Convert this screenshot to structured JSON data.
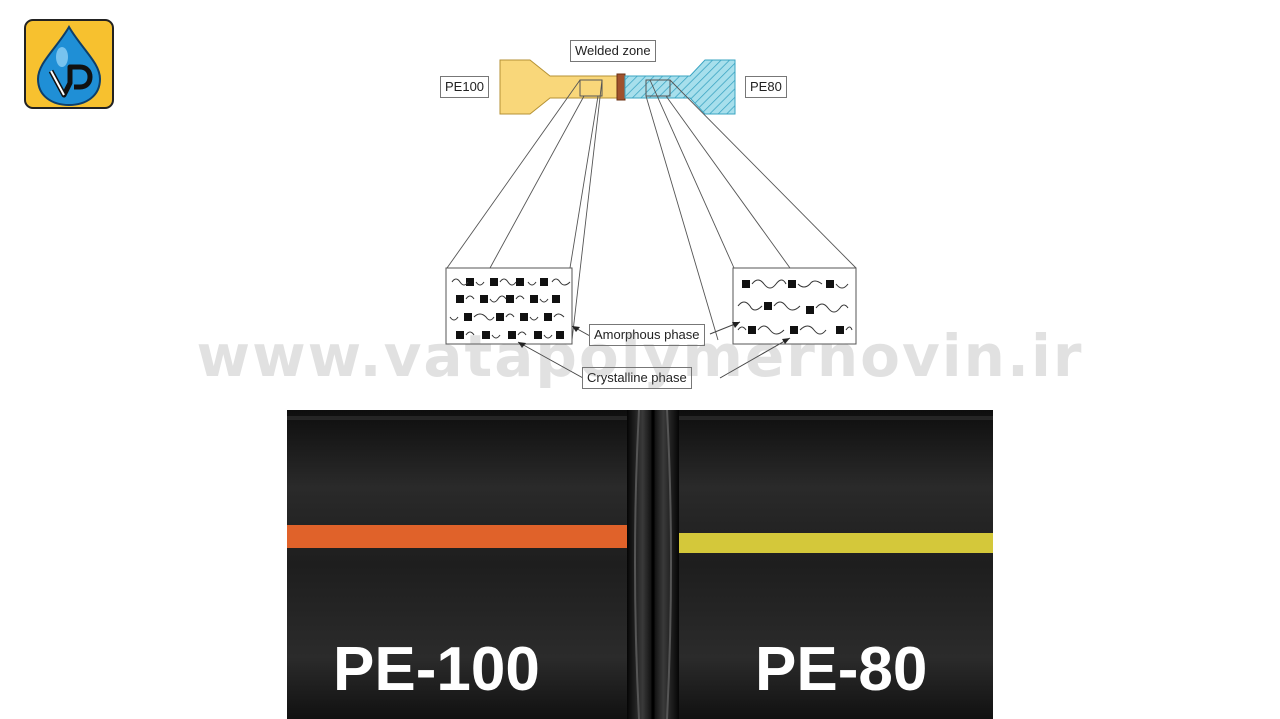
{
  "logo": {
    "icon": "vp-water-drop-logo",
    "colors": {
      "frame": "#f7c12f",
      "drop": "#1f8fd6"
    }
  },
  "diagram": {
    "welded_zone_label": "Welded zone",
    "left_material_label": "PE100",
    "right_material_label": "PE80",
    "amorphous_label": "Amorphous phase",
    "crystalline_label": "Crystalline phase",
    "colors": {
      "pe100": "#f9d77a",
      "pe80": "#7fcde0",
      "weld": "#a0522d"
    }
  },
  "watermark": {
    "text": "www.vatapolymernovin.ir"
  },
  "pipe_photo": {
    "left_label": "PE-100",
    "right_label": "PE-80",
    "colors": {
      "pipe": "#1c1c1c",
      "left_stripe": "#e0622a",
      "right_stripe": "#d4c83a"
    }
  }
}
